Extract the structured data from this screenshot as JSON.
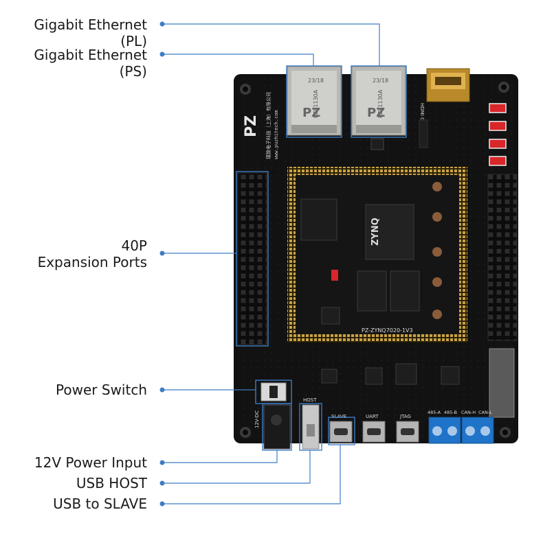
{
  "labels": {
    "gbe_pl": {
      "line1": "Gigabit Ethernet",
      "line2": "(PL)"
    },
    "gbe_ps": {
      "line1": "Gigabit Ethernet",
      "line2": "(PS)"
    },
    "expansion": {
      "line1": "40P",
      "line2": "Expansion Ports"
    },
    "power_switch": "Power Switch",
    "power_input": "12V Power Input",
    "usb_host": "USB HOST",
    "usb_slave": "USB to SLAVE"
  },
  "board": {
    "model": "PZ-ZYNQ7020-1V3",
    "website": "www.puzhitech.com",
    "company": "璞致电子科技（上海）有限公司",
    "chip_brand": "ZYNQ",
    "rj45_code": "PZ91130A",
    "rj45_rev": "23/18",
    "hdmi_label": "HDMI OUT",
    "port_labels": {
      "host": "HOST",
      "slave": "SLAVE",
      "uart": "UART",
      "jtag": "JTAG",
      "rs485_a": "485-A",
      "rs485_b": "485-B",
      "can_h": "CAN-H",
      "can_l": "CAN-L",
      "dc_in": "12V-DC"
    }
  },
  "colors": {
    "pcb": "#101010",
    "pcb_mid": "#1b1b1b",
    "gold": "#c9a347",
    "callout": "#3e7cc4",
    "terminal": "#1f73c8",
    "led": "#d8262a"
  }
}
